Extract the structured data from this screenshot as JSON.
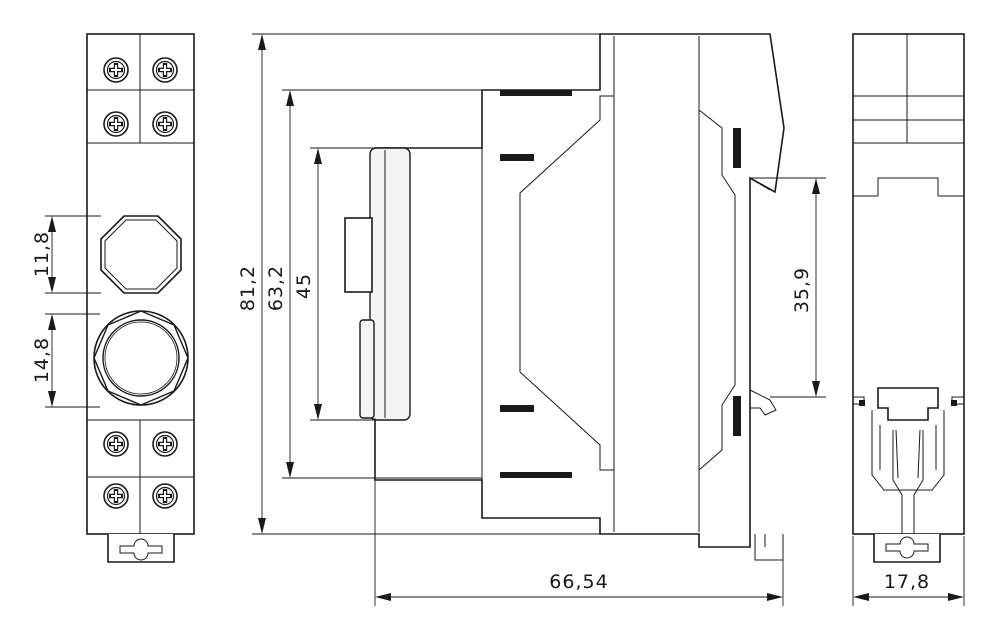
{
  "figure": {
    "title": "",
    "units": ""
  },
  "dimensions": {
    "window_upper_height": "11,8",
    "window_lower_height": "14,8",
    "total_height": "81,2",
    "housing_height": "63,2",
    "front_height": "45",
    "rail_height": "35,9",
    "total_depth": "66,54",
    "width": "17,8"
  },
  "colors": {
    "line": "#1a1a1a",
    "background": "#ffffff"
  }
}
